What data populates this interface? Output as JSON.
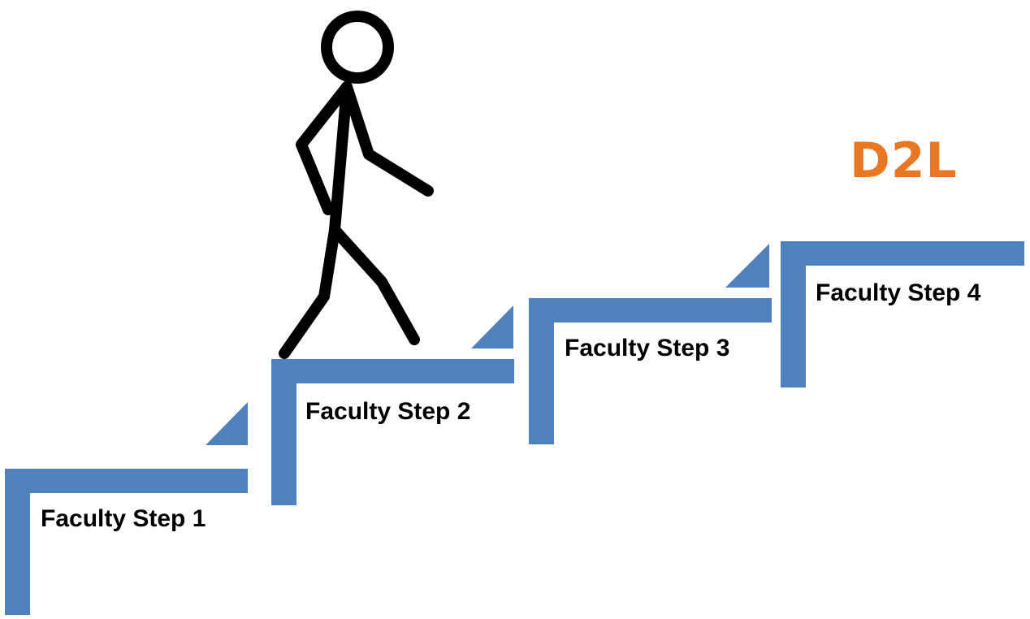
{
  "steps": [
    {
      "label": "Faculty Step 1"
    },
    {
      "label": "Faculty Step 2"
    },
    {
      "label": "Faculty Step 3"
    },
    {
      "label": "Faculty Step 4"
    }
  ],
  "logo": {
    "text": "D2L",
    "color": "#E87722"
  },
  "colors": {
    "stair": "#4F81BD",
    "figure": "#000000"
  },
  "icons": {
    "figure": "walking-stick-figure-icon",
    "arrow": "triangle-arrow-icon"
  }
}
